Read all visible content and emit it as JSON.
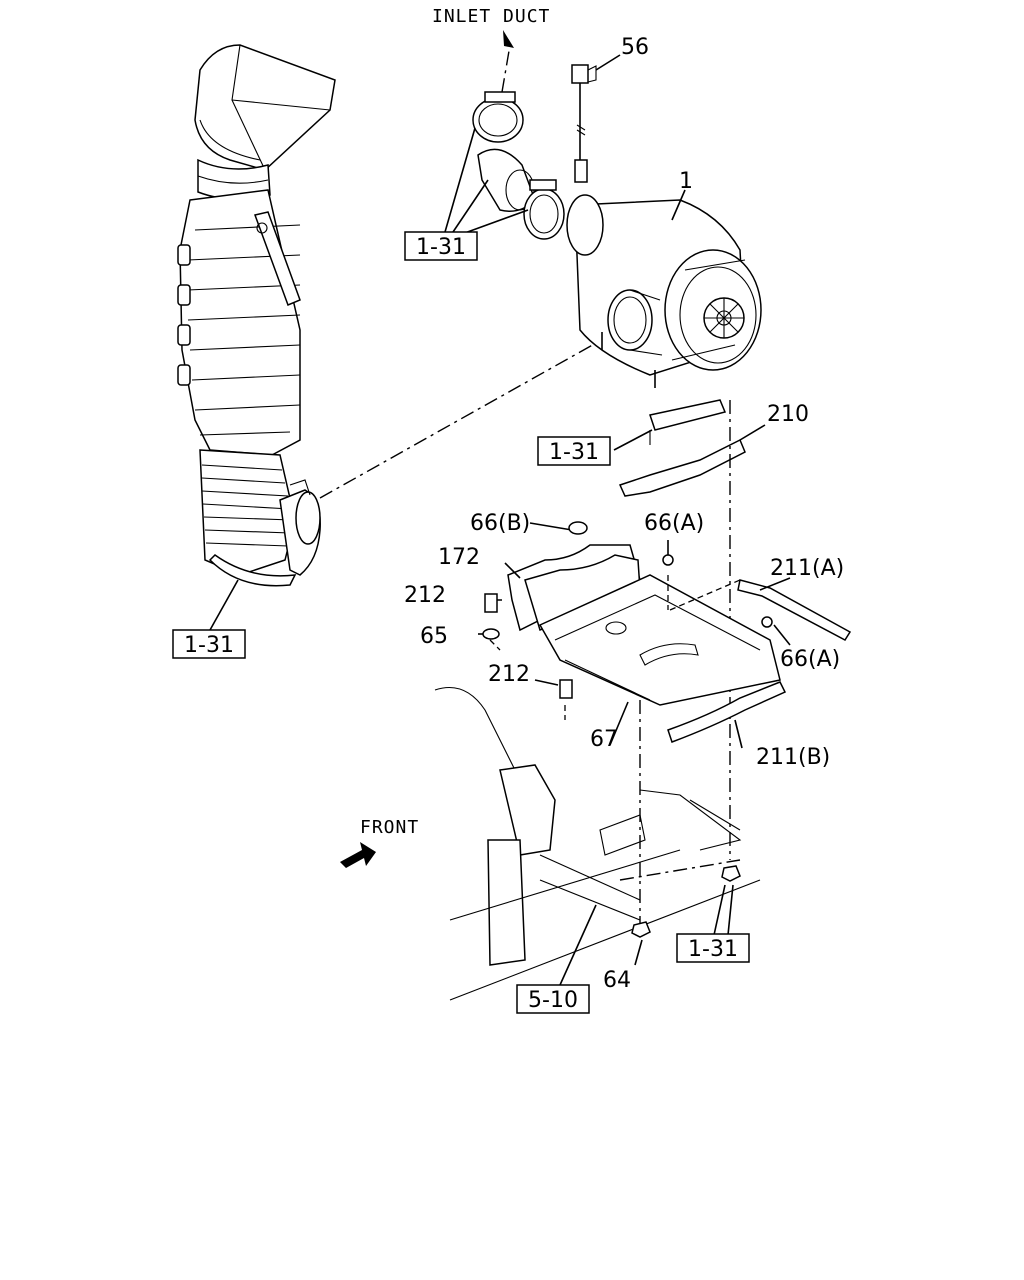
{
  "diagram": {
    "labels": {
      "inlet_duct": "INLET DUCT",
      "front": "FRONT",
      "p56": "56",
      "p1": "1",
      "p210": "210",
      "p66b": "66(B)",
      "p66a_top": "66(A)",
      "p172": "172",
      "p212_top": "212",
      "p65": "65",
      "p211a": "211(A)",
      "p66a_right": "66(A)",
      "p212_bottom": "212",
      "p67": "67",
      "p211b": "211(B)",
      "p64": "64"
    },
    "refs": {
      "ref_air_cleaner": "1-31",
      "ref_bracket": "1-31",
      "ref_intake": "1-31",
      "ref_nuts": "1-31",
      "ref_frame": "5-10"
    }
  }
}
